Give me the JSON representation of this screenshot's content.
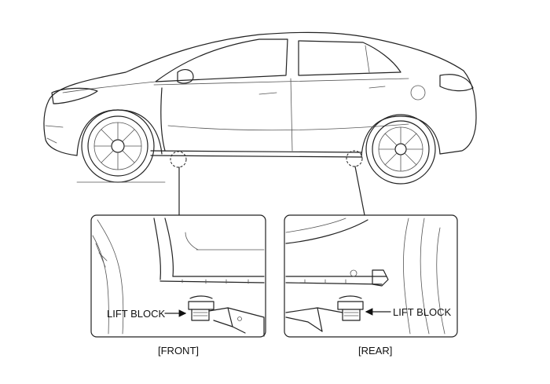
{
  "labels": {
    "front_lift_block": "LIFT BLOCK",
    "rear_lift_block": "LIFT BLOCK",
    "front_caption": "[FRONT]",
    "rear_caption": "[REAR]"
  }
}
